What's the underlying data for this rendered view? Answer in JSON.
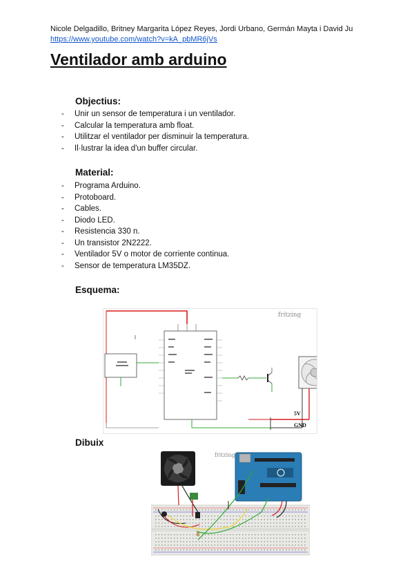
{
  "header": {
    "authors": "Nicole Delgadillo, Britney Margarita López Reyes, Jordi Urbano, Germán Mayta i David Ju",
    "link": "https://www.youtube.com/watch?v=kA_pbMR6jVs"
  },
  "title": "Ventilador amb arduino",
  "objectius": {
    "heading": "Objectius:",
    "items": [
      "Unir un sensor de temperatura i un ventilador.",
      "Calcular la temperatura amb float.",
      "Utilitzar el ventilador per disminuir la temperatura.",
      "Il·lustrar la idea d'un buffer circular."
    ]
  },
  "material": {
    "heading": "Material:",
    "items": [
      "Programa Arduino.",
      "Protoboard.",
      "Cables.",
      "Diodo LED.",
      "Resistencia 330 n.",
      "Un transistor 2N2222.",
      "Ventilador 5V o motor de corriente continua.",
      "Sensor de temperatura LM35DZ."
    ]
  },
  "esquema": {
    "heading": "Esquema:",
    "watermark": "fritzing",
    "v5_label": "5V",
    "gnd_label": "GND"
  },
  "dibuix": {
    "heading": "Dibuix",
    "watermark": "fritzing"
  },
  "colors": {
    "link": "#1155cc",
    "wire_red": "#d71a1a",
    "wire_green": "#33aa33",
    "wire_yellow": "#e8d63a",
    "arduino_blue": "#2a7db5"
  }
}
